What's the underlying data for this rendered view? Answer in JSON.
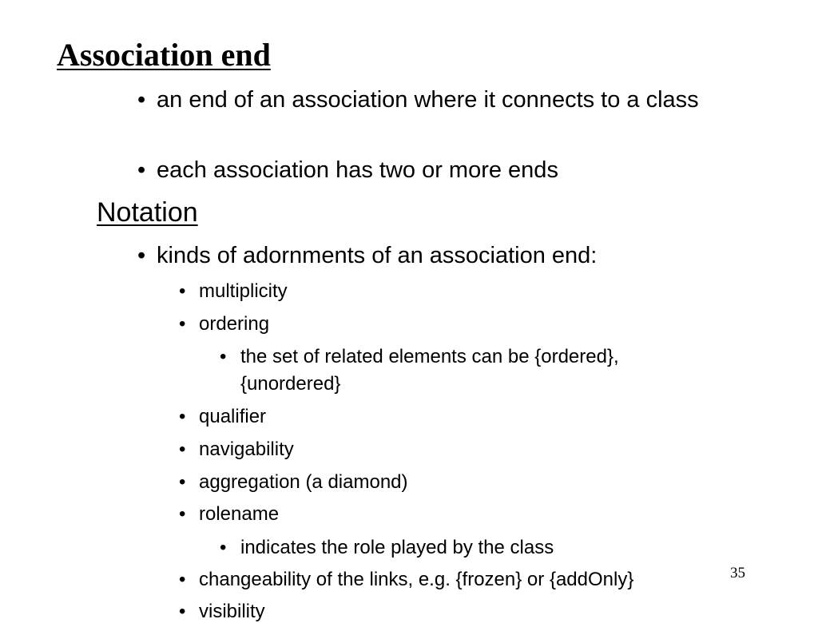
{
  "slide": {
    "title": "Association end",
    "bullet_symbol": "•",
    "intro_items": [
      "an end of an association where it connects to a class",
      "each association has two or more ends"
    ],
    "notation_heading": "Notation",
    "notation_item": "kinds of adornments of an association end:",
    "adornments": [
      "multiplicity",
      "ordering",
      "the set of related elements can be {ordered},{unordered}",
      "qualifier",
      "navigability",
      "aggregation (a diamond)",
      "rolename",
      "indicates the role played by the class",
      "changeability of the links, e.g. {frozen} or {addOnly}",
      "visibility"
    ],
    "page_number": "35"
  }
}
